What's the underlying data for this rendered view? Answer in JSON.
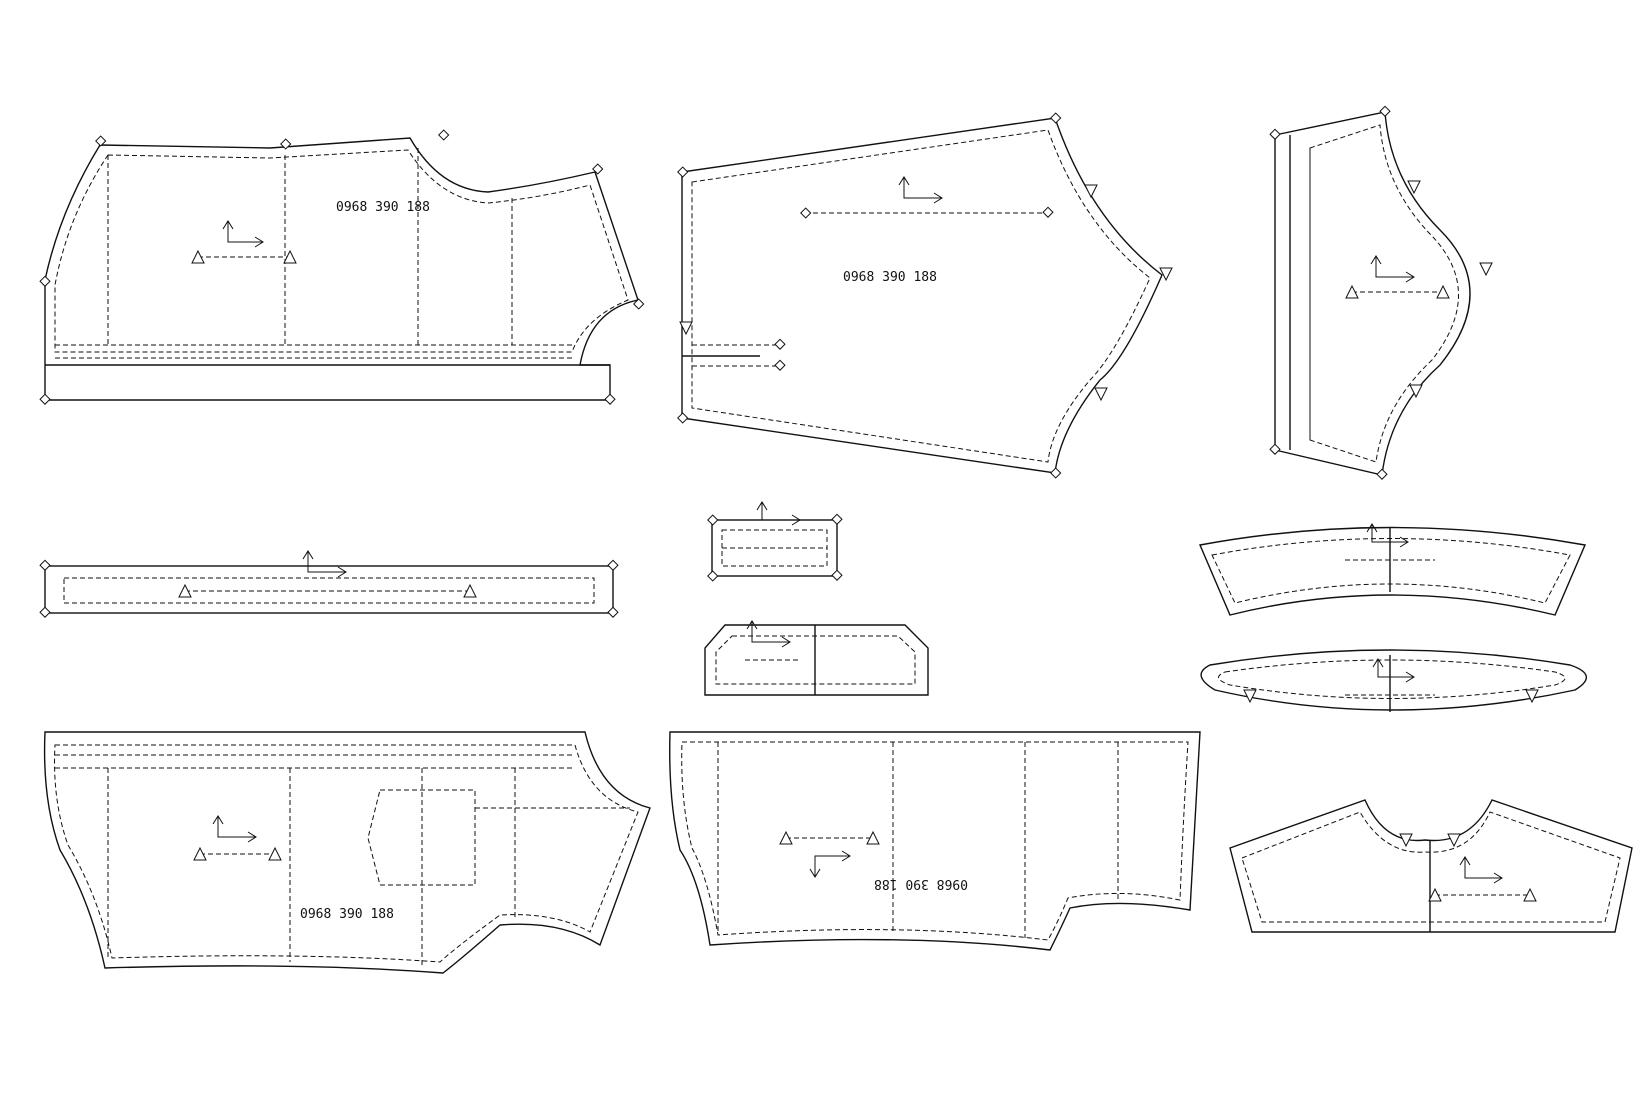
{
  "diagram": {
    "labels": {
      "back_piece": "0968 390 188",
      "sleeve_large": "0968 390 188",
      "front_piece": "0968 390 188",
      "pants_piece": "0968 390 188"
    },
    "colors": {
      "line": "#111111",
      "background": "#ffffff"
    }
  }
}
